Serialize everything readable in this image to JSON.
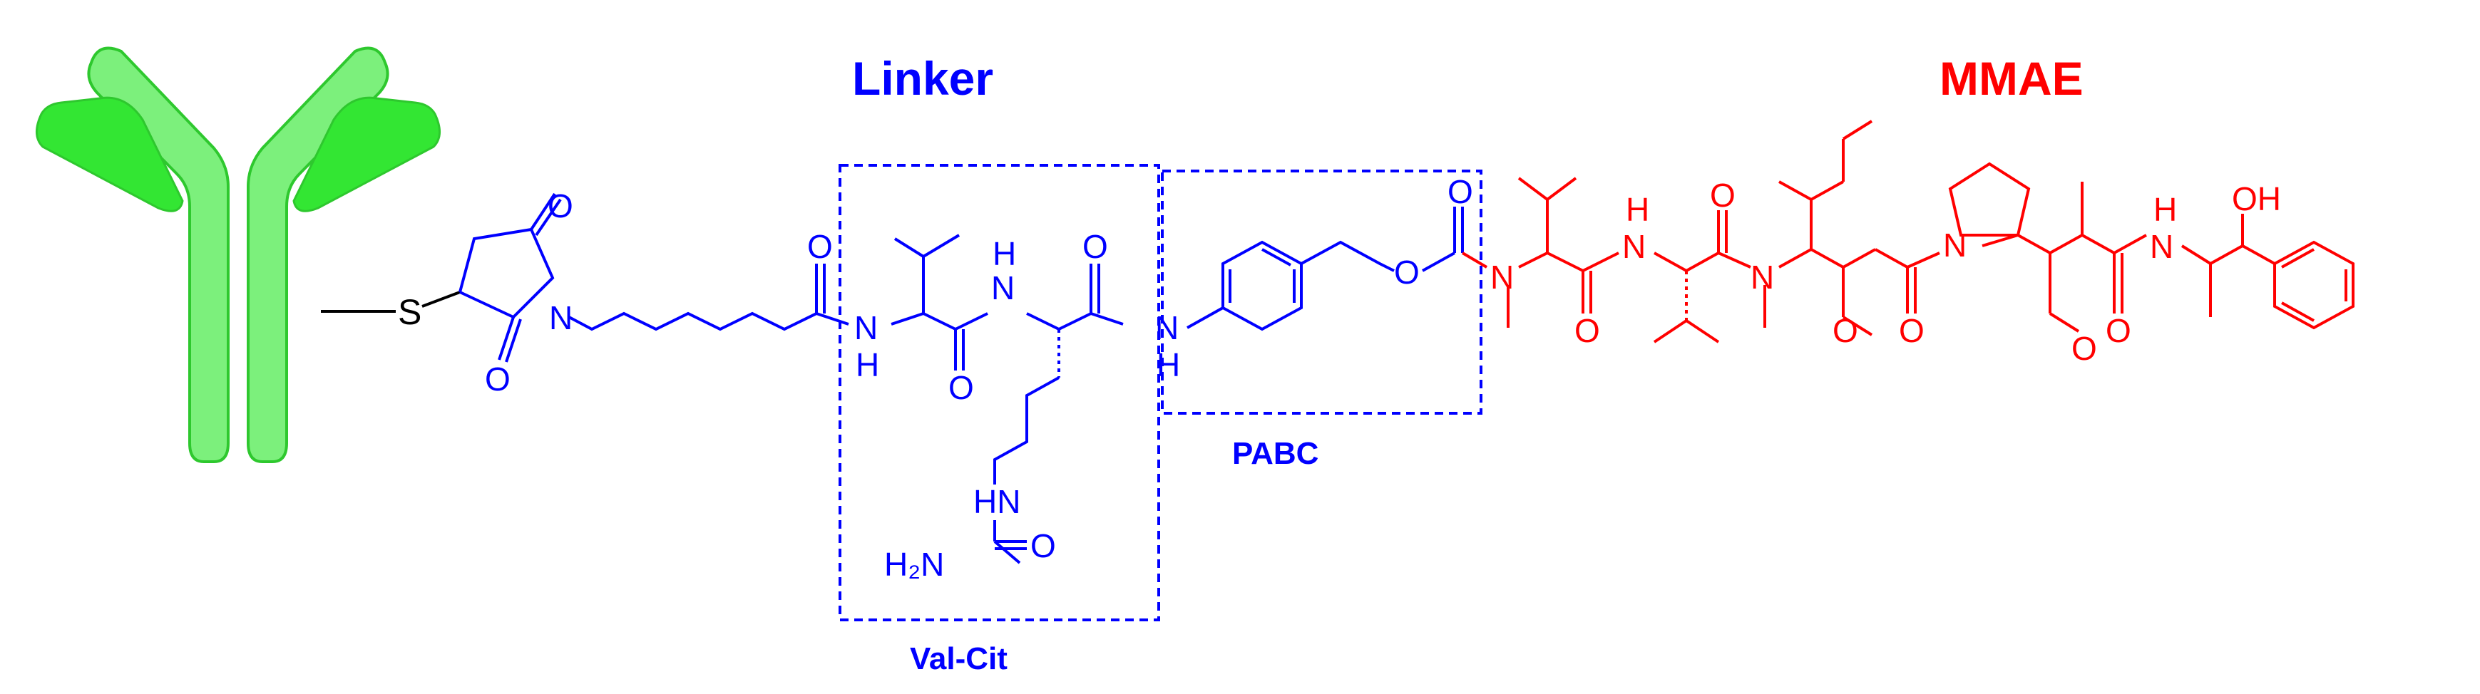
{
  "colors": {
    "linker": "#0000ff",
    "payload": "#ff0000",
    "antibody_fill": "#7cf07c",
    "antibody_dark": "#33e633",
    "antibody_stroke": "#2ec82e",
    "bond": "#000000"
  },
  "titles": {
    "linker": "Linker",
    "mmae": "MMAE"
  },
  "regions": {
    "pabc": "PABC",
    "val_cit": "Val-Cit"
  },
  "atoms": {
    "S": "S",
    "N": "N",
    "O": "O",
    "H": "H",
    "HN": "HN",
    "H2N": "H₂N",
    "OH": "OH"
  },
  "icons": {
    "antibody": "antibody-y-shape-icon"
  }
}
